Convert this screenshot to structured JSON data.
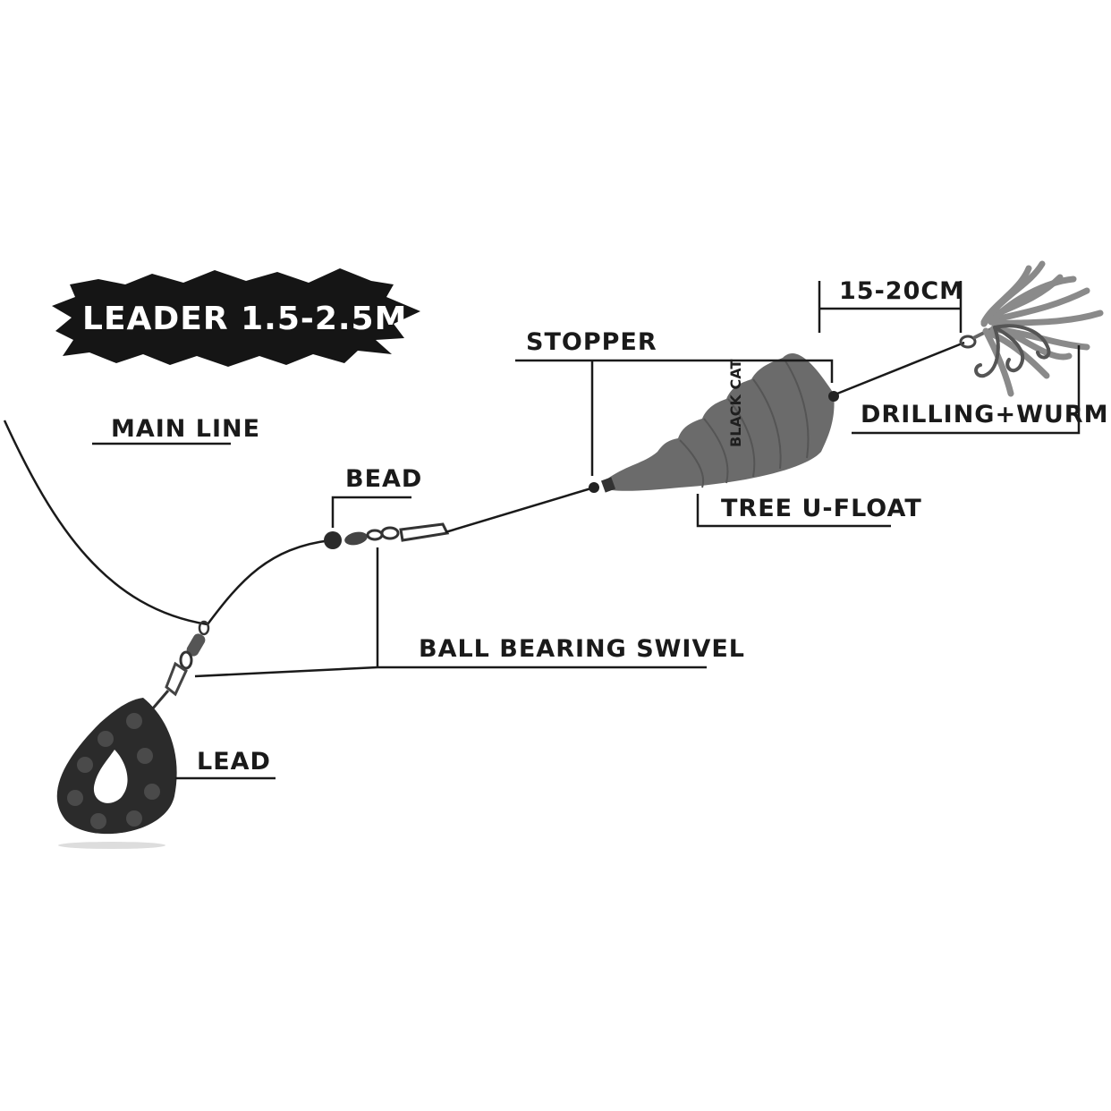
{
  "banner": {
    "text": "LEADER 1.5-2.5M"
  },
  "labels": {
    "main_line": "MAIN LINE",
    "bead": "BEAD",
    "stopper": "STOPPER",
    "length": "15-20CM",
    "drilling": "DRILLING+WURM",
    "float": "TREE U-FLOAT",
    "swivel": "BALL BEARING SWIVEL",
    "lead": "LEAD"
  },
  "float_logo": {
    "text": "BLACK CAT"
  },
  "colors": {
    "line": "#1a1a1a",
    "float": "#6b6b6b",
    "lead": "#2b2b2b",
    "worm": "#8a8a8a",
    "banner": "#151515"
  }
}
